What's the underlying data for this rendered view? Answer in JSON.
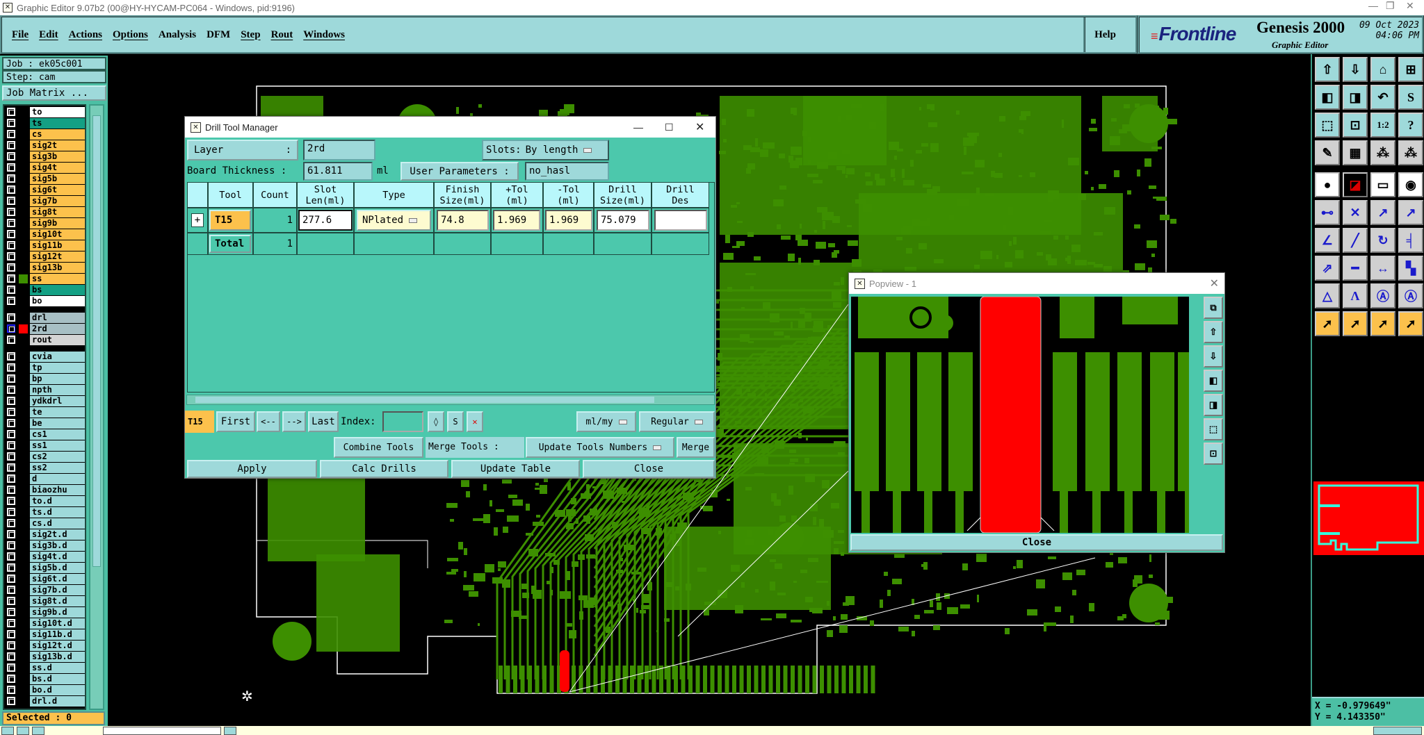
{
  "window": {
    "title": "Graphic Editor 9.07b2 (00@HY-HYCAM-PC064 - Windows, pid:9196)"
  },
  "menu": [
    "File",
    "Edit",
    "Actions",
    "Options",
    "Analysis",
    "DFM",
    "Step",
    "Rout",
    "Windows"
  ],
  "help_label": "Help",
  "brand": {
    "logo": "Frontline",
    "product": "Genesis 2000",
    "subtitle": "Graphic Editor",
    "date": "09 Oct 2023",
    "time": "04:06 PM"
  },
  "left_panel": {
    "job": "Job : ek05c001",
    "step": "Step: cam",
    "job_matrix": "Job Matrix ...",
    "selected": "Selected : 0",
    "layers": [
      {
        "name": "to",
        "bg": "#ffffff",
        "group": 0
      },
      {
        "name": "ts",
        "bg": "#13a084",
        "group": 0
      },
      {
        "name": "cs",
        "bg": "#fcc14c",
        "group": 0
      },
      {
        "name": "sig2t",
        "bg": "#fcc14c",
        "group": 0
      },
      {
        "name": "sig3b",
        "bg": "#fcc14c",
        "group": 0
      },
      {
        "name": "sig4t",
        "bg": "#fcc14c",
        "group": 0
      },
      {
        "name": "sig5b",
        "bg": "#fcc14c",
        "group": 0
      },
      {
        "name": "sig6t",
        "bg": "#fcc14c",
        "group": 0
      },
      {
        "name": "sig7b",
        "bg": "#fcc14c",
        "group": 0
      },
      {
        "name": "sig8t",
        "bg": "#fcc14c",
        "group": 0
      },
      {
        "name": "sig9b",
        "bg": "#fcc14c",
        "group": 0
      },
      {
        "name": "sig10t",
        "bg": "#fcc14c",
        "group": 0
      },
      {
        "name": "sig11b",
        "bg": "#fcc14c",
        "group": 0
      },
      {
        "name": "sig12t",
        "bg": "#fcc14c",
        "group": 0
      },
      {
        "name": "sig13b",
        "bg": "#fcc14c",
        "group": 0
      },
      {
        "name": "ss",
        "bg": "#fcc14c",
        "group": 0,
        "swatch": "#3d8f00"
      },
      {
        "name": "bs",
        "bg": "#13a084",
        "group": 0
      },
      {
        "name": "bo",
        "bg": "#ffffff",
        "group": 0
      },
      {
        "name": "drl",
        "bg": "#a7bfc4",
        "group": 1
      },
      {
        "name": "2rd",
        "bg": "#a7bfc4",
        "group": 1,
        "swatch": "#ff0000",
        "active": true
      },
      {
        "name": "rout",
        "bg": "#d4d4d4",
        "group": 1
      },
      {
        "name": "cvia",
        "bg": "#9ed9da",
        "group": 2
      },
      {
        "name": "tp",
        "bg": "#9ed9da",
        "group": 2
      },
      {
        "name": "bp",
        "bg": "#9ed9da",
        "group": 2
      },
      {
        "name": "npth",
        "bg": "#9ed9da",
        "group": 2
      },
      {
        "name": "ydkdrl",
        "bg": "#9ed9da",
        "group": 2
      },
      {
        "name": "te",
        "bg": "#9ed9da",
        "group": 2
      },
      {
        "name": "be",
        "bg": "#9ed9da",
        "group": 2
      },
      {
        "name": "cs1",
        "bg": "#9ed9da",
        "group": 2
      },
      {
        "name": "ss1",
        "bg": "#9ed9da",
        "group": 2
      },
      {
        "name": "cs2",
        "bg": "#9ed9da",
        "group": 2
      },
      {
        "name": "ss2",
        "bg": "#9ed9da",
        "group": 2
      },
      {
        "name": "d",
        "bg": "#9ed9da",
        "group": 2
      },
      {
        "name": "biaozhu",
        "bg": "#9ed9da",
        "group": 2
      },
      {
        "name": "to.d",
        "bg": "#9ed9da",
        "group": 2
      },
      {
        "name": "ts.d",
        "bg": "#9ed9da",
        "group": 2
      },
      {
        "name": "cs.d",
        "bg": "#9ed9da",
        "group": 2
      },
      {
        "name": "sig2t.d",
        "bg": "#9ed9da",
        "group": 2
      },
      {
        "name": "sig3b.d",
        "bg": "#9ed9da",
        "group": 2
      },
      {
        "name": "sig4t.d",
        "bg": "#9ed9da",
        "group": 2
      },
      {
        "name": "sig5b.d",
        "bg": "#9ed9da",
        "group": 2
      },
      {
        "name": "sig6t.d",
        "bg": "#9ed9da",
        "group": 2
      },
      {
        "name": "sig7b.d",
        "bg": "#9ed9da",
        "group": 2
      },
      {
        "name": "sig8t.d",
        "bg": "#9ed9da",
        "group": 2
      },
      {
        "name": "sig9b.d",
        "bg": "#9ed9da",
        "group": 2
      },
      {
        "name": "sig10t.d",
        "bg": "#9ed9da",
        "group": 2
      },
      {
        "name": "sig11b.d",
        "bg": "#9ed9da",
        "group": 2
      },
      {
        "name": "sig12t.d",
        "bg": "#9ed9da",
        "group": 2
      },
      {
        "name": "sig13b.d",
        "bg": "#9ed9da",
        "group": 2
      },
      {
        "name": "ss.d",
        "bg": "#9ed9da",
        "group": 2
      },
      {
        "name": "bs.d",
        "bg": "#9ed9da",
        "group": 2
      },
      {
        "name": "bo.d",
        "bg": "#9ed9da",
        "group": 2
      },
      {
        "name": "drl.d",
        "bg": "#9ed9da",
        "group": 2
      }
    ]
  },
  "drill_tool_manager": {
    "title": "Drill Tool Manager",
    "layer_label": "Layer",
    "layer_colon": ":",
    "layer_value": "2rd",
    "slots_label": "Slots:",
    "slots_value": "By length",
    "board_thickness_label": "Board Thickness :",
    "board_thickness_value": "61.811",
    "board_thickness_unit": "ml",
    "user_params_label": "User Parameters :",
    "user_params_value": "no_hasl",
    "columns": [
      "",
      "Tool",
      "Count",
      "Slot\nLen(ml)",
      "Type",
      "Finish\nSize(ml)",
      "+Tol\n(ml)",
      "-Tol\n(ml)",
      "Drill\nSize(ml)",
      "Drill\nDes"
    ],
    "row": {
      "tool": "T15",
      "count": "1",
      "slot_len": "277.6",
      "type": "NPlated",
      "finish_size": "74.8",
      "plus_tol": "1.969",
      "minus_tol": "1.969",
      "drill_size": "75.079",
      "drill_des": ""
    },
    "total": {
      "label": "Total",
      "count": "1"
    },
    "current_tool": "T15",
    "nav": {
      "first": "First",
      "prev": "<--",
      "next": "-->",
      "last": "Last",
      "index_label": "Index:",
      "index_value": ""
    },
    "units": "ml/my",
    "mode": "Regular",
    "combine_tools": "Combine Tools",
    "merge_tools_label": "Merge Tools :",
    "merge_option": "Update Tools Numbers",
    "merge": "Merge",
    "apply": "Apply",
    "calc_drills": "Calc Drills",
    "update_table": "Update Table",
    "close": "Close"
  },
  "popview": {
    "title": "Popview - 1",
    "close": "Close"
  },
  "coords": {
    "x": "X = -0.979649\"",
    "y": "Y = 4.143350\""
  },
  "colors": {
    "copper": "#3d8f00",
    "highlight": "#ff0000",
    "panel": "#4cc8ac",
    "button": "#9ed9da"
  }
}
